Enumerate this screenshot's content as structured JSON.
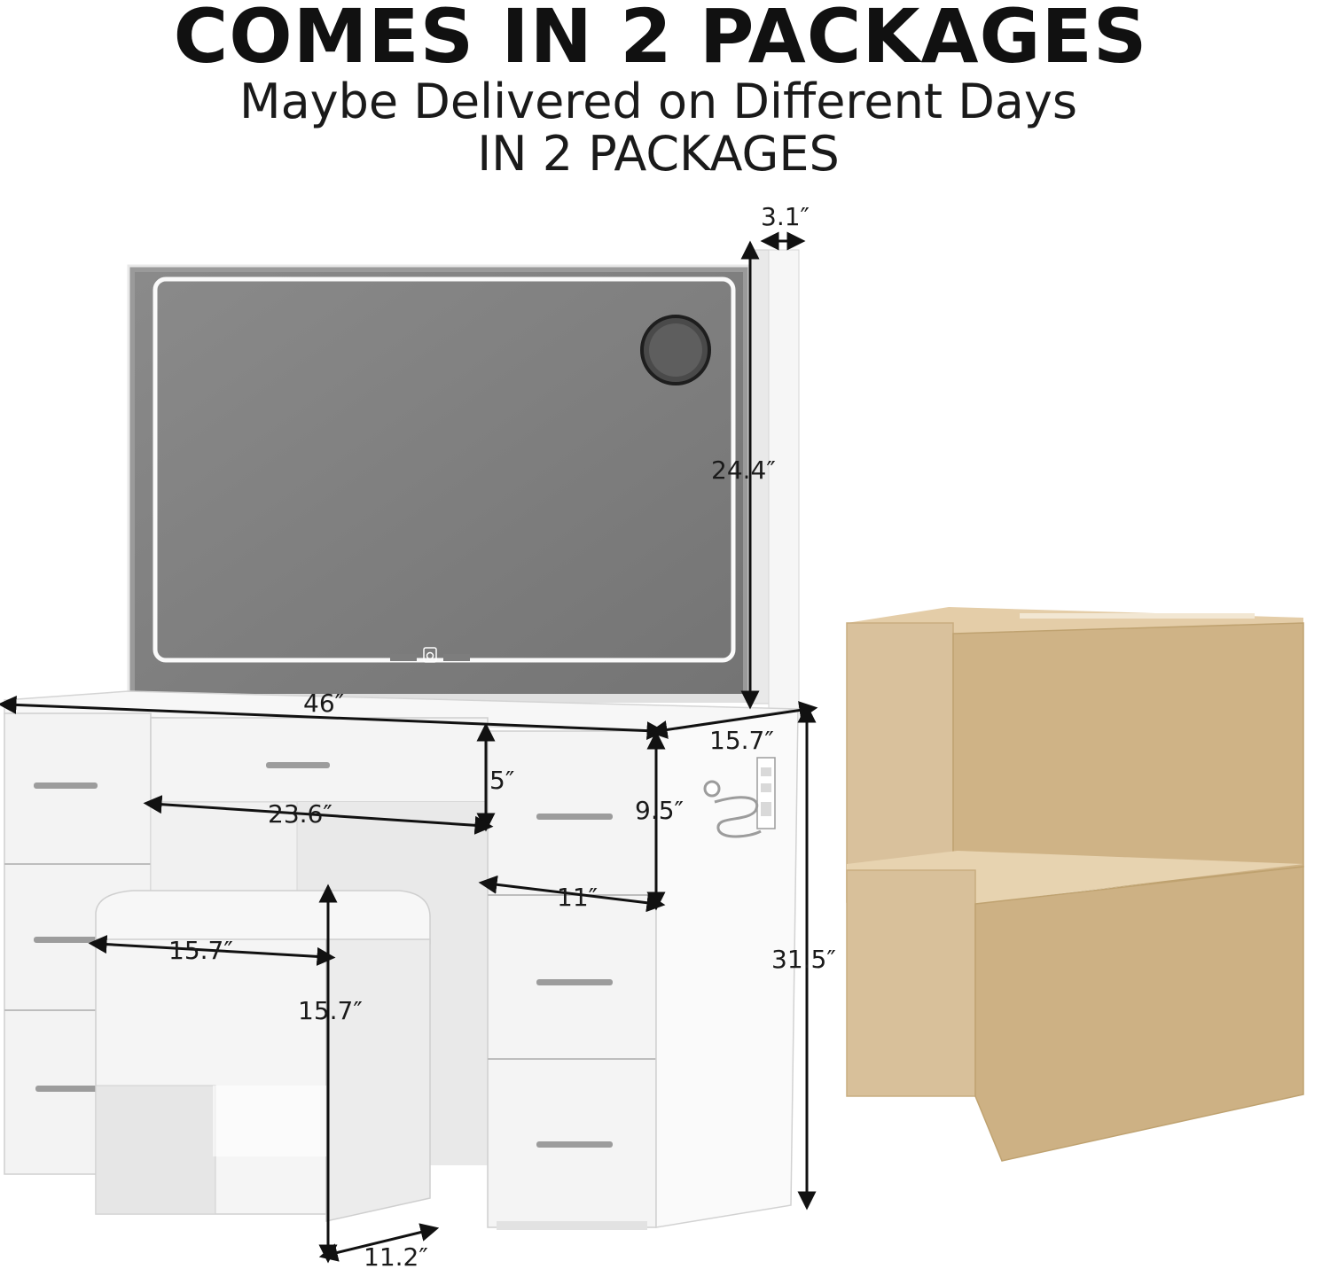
{
  "header": {
    "title": "COMES IN 2 PACKAGES",
    "subtitle_line1": "Maybe Delivered on Different Days",
    "subtitle_line2": "IN 2 PACKAGES"
  },
  "dimensions": {
    "mirror_depth": "3.1″",
    "mirror_height": "24.4″",
    "desk_width": "46″",
    "desk_depth": "15.7″",
    "top_drawer_height": "5″",
    "side_drawer_height": "9.5″",
    "knee_space_width": "23.6″",
    "side_drawer_width": "11″",
    "desk_height": "31.5″",
    "stool_width": "15.7″",
    "stool_height": "15.7″",
    "stool_depth": "11.2″"
  },
  "colors": {
    "cardboard": "#d9c19b",
    "cardboard_dark": "#c9ad80",
    "mirror_glass": "#7d7d7d",
    "furniture": "#f4f4f4"
  }
}
